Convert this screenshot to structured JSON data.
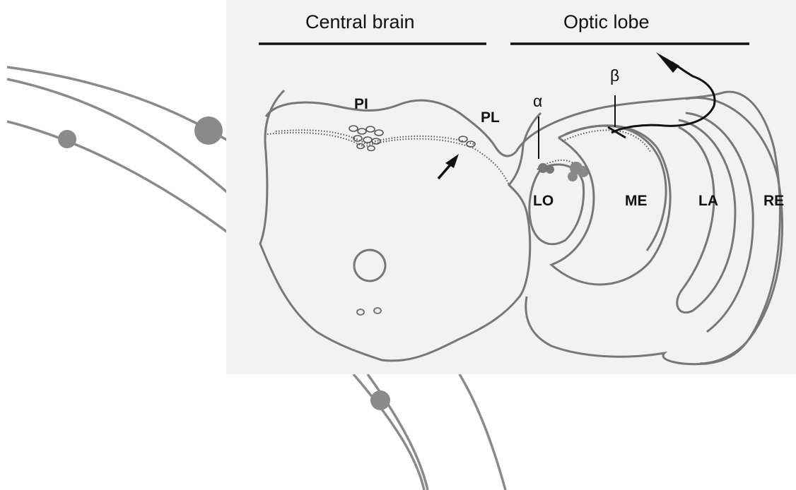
{
  "headers": {
    "central": "Central brain",
    "optic": "Optic lobe"
  },
  "regions": {
    "pi": "PI",
    "pl": "PL",
    "lo": "LO",
    "me": "ME",
    "la": "LA",
    "re": "RE"
  },
  "markers": {
    "alpha": "α",
    "beta": "β"
  },
  "colors": {
    "outline": "#777777",
    "ink": "#111111",
    "panel": "#f2f2f2",
    "decor": "#8a8a8a",
    "stipple": "#555555"
  }
}
